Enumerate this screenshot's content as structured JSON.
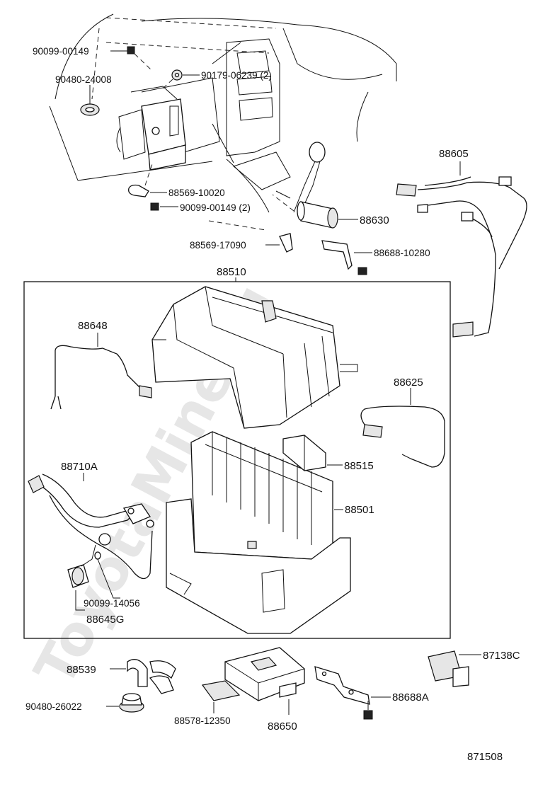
{
  "watermark": "ToyotaMine.ru",
  "diagram_code": "871508",
  "parts": {
    "p90099_00149": "90099-00149",
    "p90480_24008": "90480-24008",
    "p90179_06239": "90179-06239 (2)",
    "p88605": "88605",
    "p88569_10020": "88569-10020",
    "p90099_00149_2": "90099-00149 (2)",
    "p88630": "88630",
    "p88569_17090": "88569-17090",
    "p88688_10280": "88688-10280",
    "p88510": "88510",
    "p88648": "88648",
    "p88625": "88625",
    "p88710A": "88710A",
    "p88515": "88515",
    "p88501": "88501",
    "p90099_14056": "90099-14056",
    "p88645G": "88645G",
    "p88539": "88539",
    "p87138C": "87138C",
    "p90480_26022": "90480-26022",
    "p88688A": "88688A",
    "p88578_12350": "88578-12350",
    "p88650": "88650"
  }
}
